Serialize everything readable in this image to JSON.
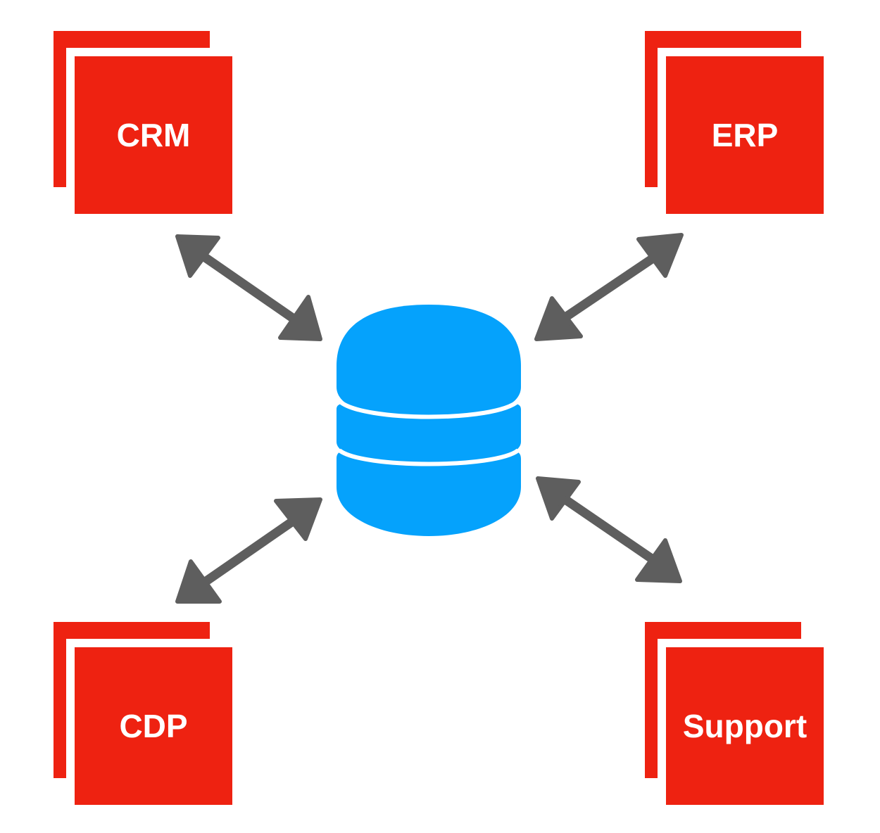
{
  "systems": {
    "crm": {
      "label": "CRM"
    },
    "erp": {
      "label": "ERP"
    },
    "cdp": {
      "label": "CDP"
    },
    "support": {
      "label": "Support"
    }
  },
  "central": {
    "icon": "database-icon",
    "color": "#05a2fc"
  },
  "colors": {
    "system_fill": "#ee2211",
    "arrow": "#5e5e5e",
    "background": "#ffffff",
    "label": "#ffffff"
  },
  "connections": [
    {
      "from": "crm",
      "to": "database",
      "direction": "bidirectional"
    },
    {
      "from": "erp",
      "to": "database",
      "direction": "bidirectional"
    },
    {
      "from": "cdp",
      "to": "database",
      "direction": "bidirectional"
    },
    {
      "from": "support",
      "to": "database",
      "direction": "bidirectional"
    }
  ]
}
